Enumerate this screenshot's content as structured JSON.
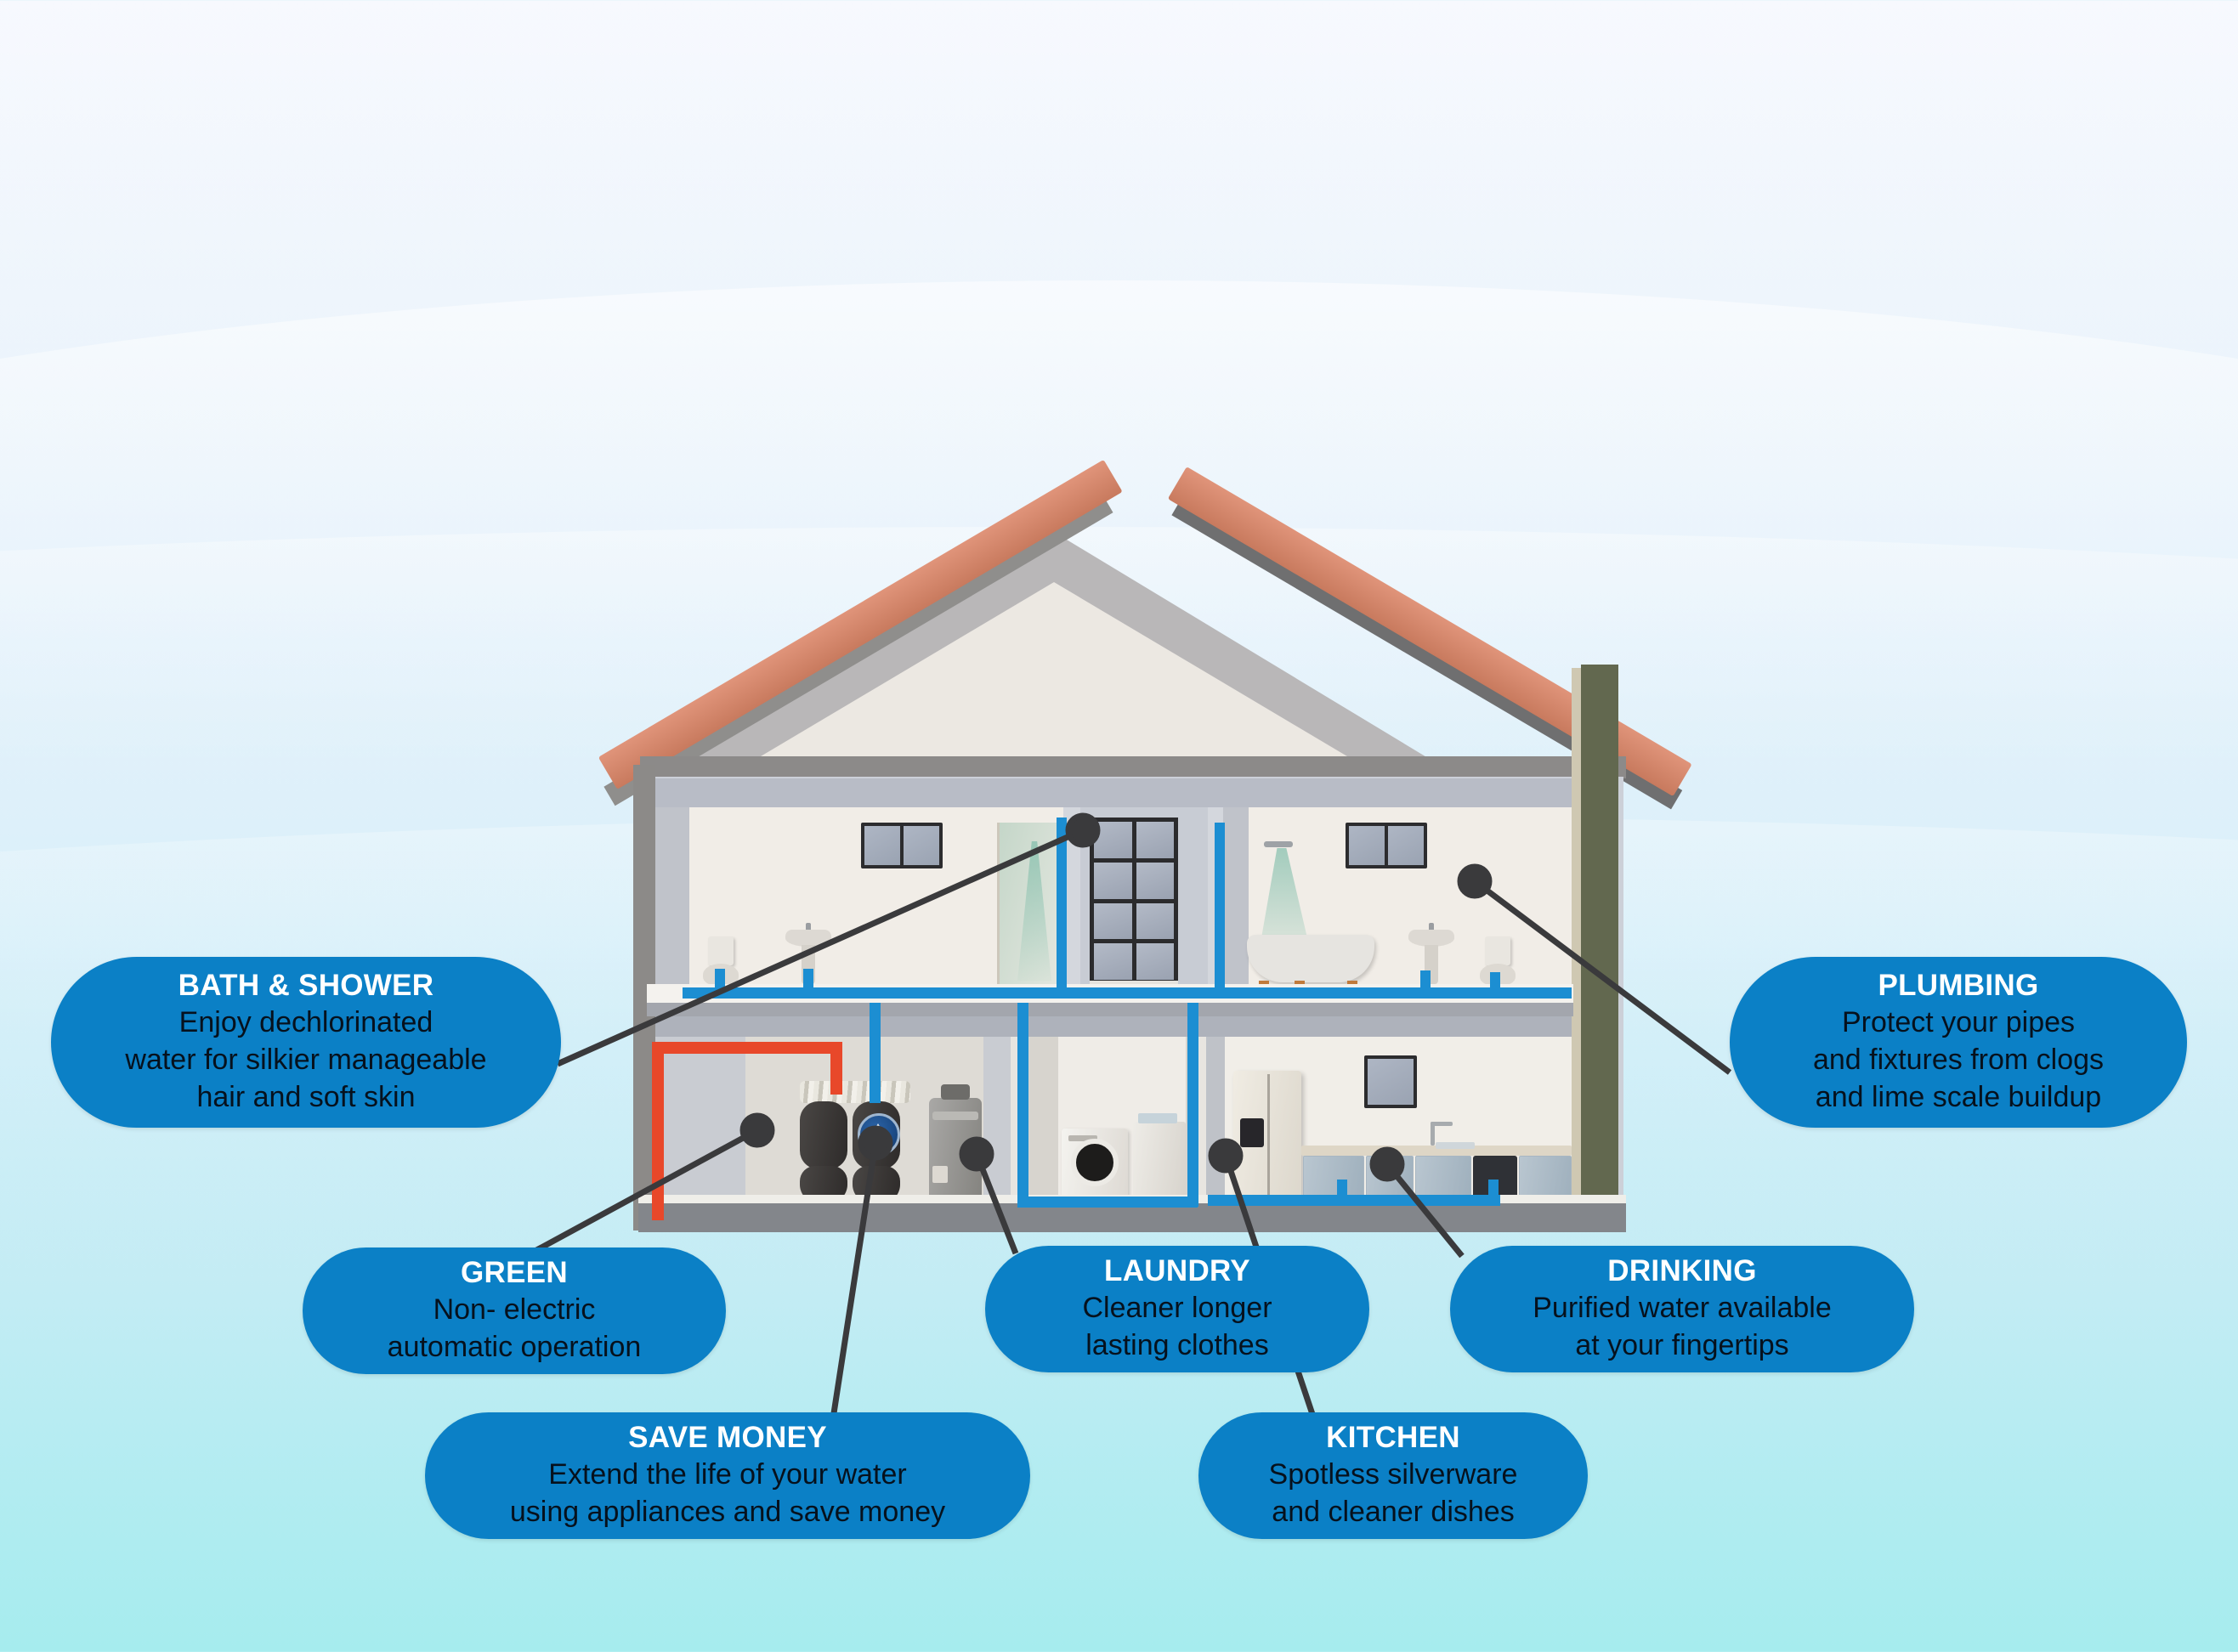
{
  "scene": {
    "title": "Whole-home water treatment benefits cutaway",
    "background_top_color": "#f7f9fe",
    "background_bottom_color": "#a6ecee",
    "callout_fill_color": "#0b80c6",
    "callout_title_color": "#ffffff",
    "callout_body_color": "#06111d",
    "leader_line_color": "#3a3a3c",
    "cold_pipe_color": "#1c8ed2",
    "hot_pipe_color": "#e8482a",
    "roof_color": "#d08a6e",
    "side_wall_color": "#62684f"
  },
  "house": {
    "upper_floor": {
      "left_bathroom": [
        "toilet",
        "pedestal-sink",
        "shower-stall",
        "window"
      ],
      "center": [
        "french-door"
      ],
      "right_bathroom": [
        "clawfoot-bathtub",
        "shower-head",
        "pedestal-sink",
        "toilet",
        "window"
      ]
    },
    "lower_floor": {
      "utility_room": [
        "water-softener-tank",
        "water-softener-tank",
        "brine-salt",
        "water-heater"
      ],
      "laundry_room": [
        "washing-machine",
        "dryer"
      ],
      "kitchen": [
        "refrigerator",
        "cabinets",
        "kitchen-sink",
        "faucet",
        "oven",
        "window",
        "dishwasher"
      ]
    }
  },
  "callouts": [
    {
      "id": "bath-shower",
      "title": "BATH & SHOWER",
      "body": "Enjoy dechlorinated\nwater for silkier manageable\nhair and soft skin"
    },
    {
      "id": "plumbing",
      "title": "PLUMBING",
      "body": "Protect your pipes\nand fixtures from clogs\nand lime scale buildup"
    },
    {
      "id": "green",
      "title": "GREEN",
      "body": "Non- electric\nautomatic operation"
    },
    {
      "id": "save-money",
      "title": "SAVE MONEY",
      "body": "Extend the life of your water\nusing appliances and save money"
    },
    {
      "id": "laundry",
      "title": "LAUNDRY",
      "body": "Cleaner longer\nlasting clothes"
    },
    {
      "id": "kitchen",
      "title": "KITCHEN",
      "body": "Spotless silverware\nand cleaner dishes"
    },
    {
      "id": "drinking",
      "title": "DRINKING",
      "body": "Purified water available\nat your fingertips"
    }
  ]
}
